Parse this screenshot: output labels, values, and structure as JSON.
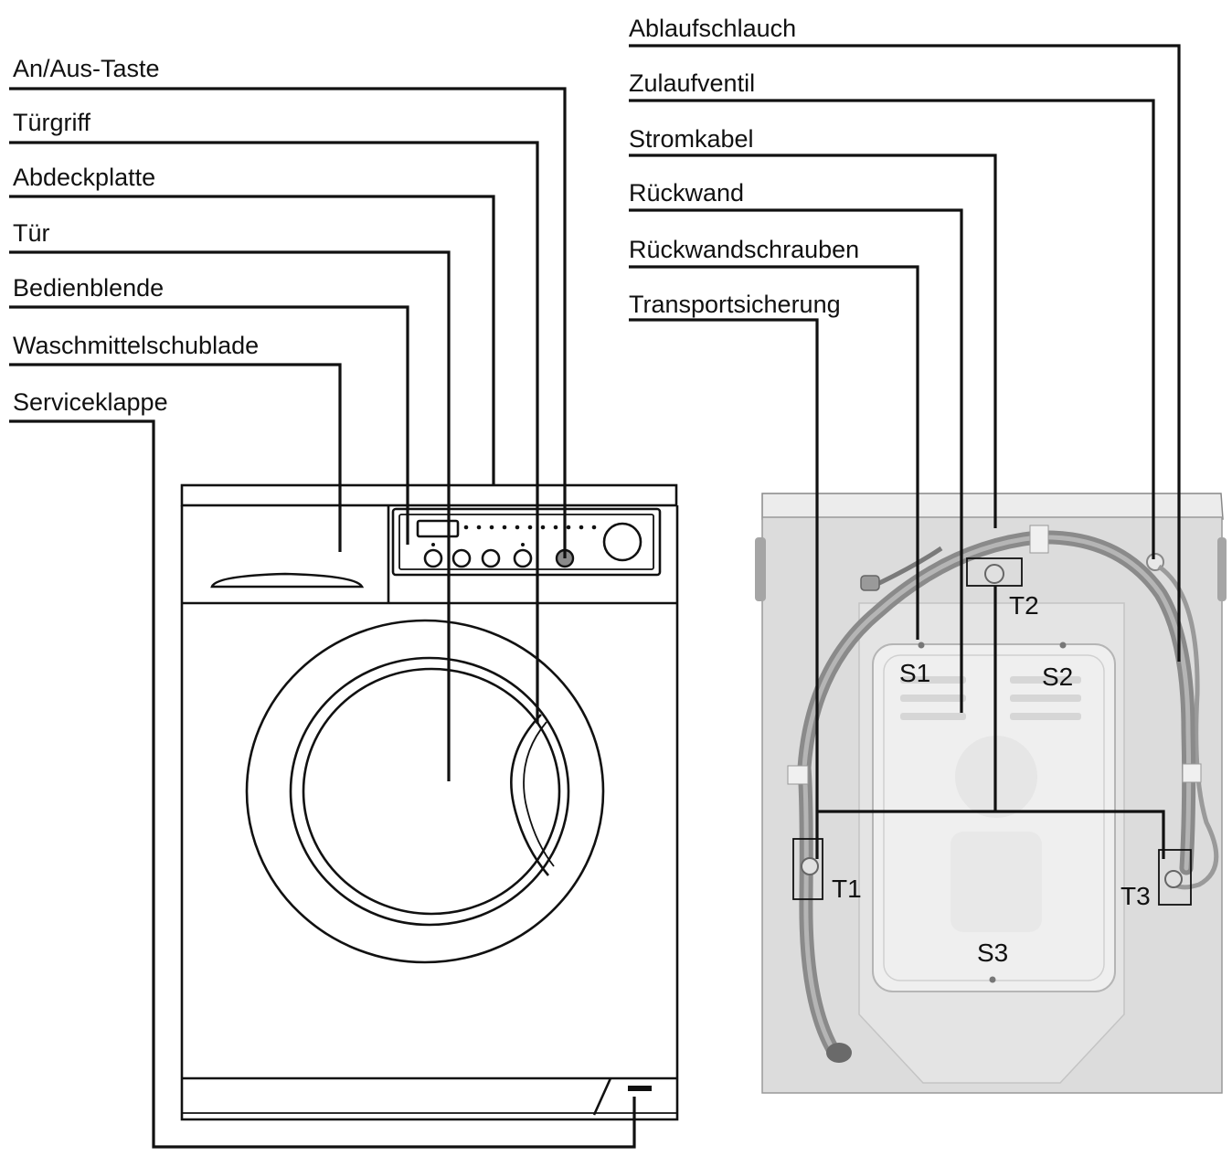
{
  "front_labels": [
    {
      "key": "power_button",
      "text": "An/Aus-Taste"
    },
    {
      "key": "door_handle",
      "text": "Türgriff"
    },
    {
      "key": "cover_plate",
      "text": "Abdeckplatte"
    },
    {
      "key": "door",
      "text": "Tür"
    },
    {
      "key": "control_panel",
      "text": "Bedienblende"
    },
    {
      "key": "detergent_drawer",
      "text": "Waschmittelschublade"
    },
    {
      "key": "service_flap",
      "text": "Serviceklappe"
    }
  ],
  "rear_labels": [
    {
      "key": "drain_hose",
      "text": "Ablaufschlauch"
    },
    {
      "key": "inlet_valve",
      "text": "Zulaufventil"
    },
    {
      "key": "power_cable",
      "text": "Stromkabel"
    },
    {
      "key": "back_panel",
      "text": "Rückwand"
    },
    {
      "key": "back_panel_screws",
      "text": "Rückwandschrauben"
    },
    {
      "key": "transport_lock",
      "text": "Transportsicherung"
    }
  ],
  "point_markers": {
    "s1": "S1",
    "s2": "S2",
    "s3": "S3",
    "t1": "T1",
    "t2": "T2",
    "t3": "T3"
  },
  "colors": {
    "line": "#111111",
    "rear_body": "#dcdcdc",
    "rear_panel": "#eeeeee",
    "hose": "#8a8a8a"
  }
}
